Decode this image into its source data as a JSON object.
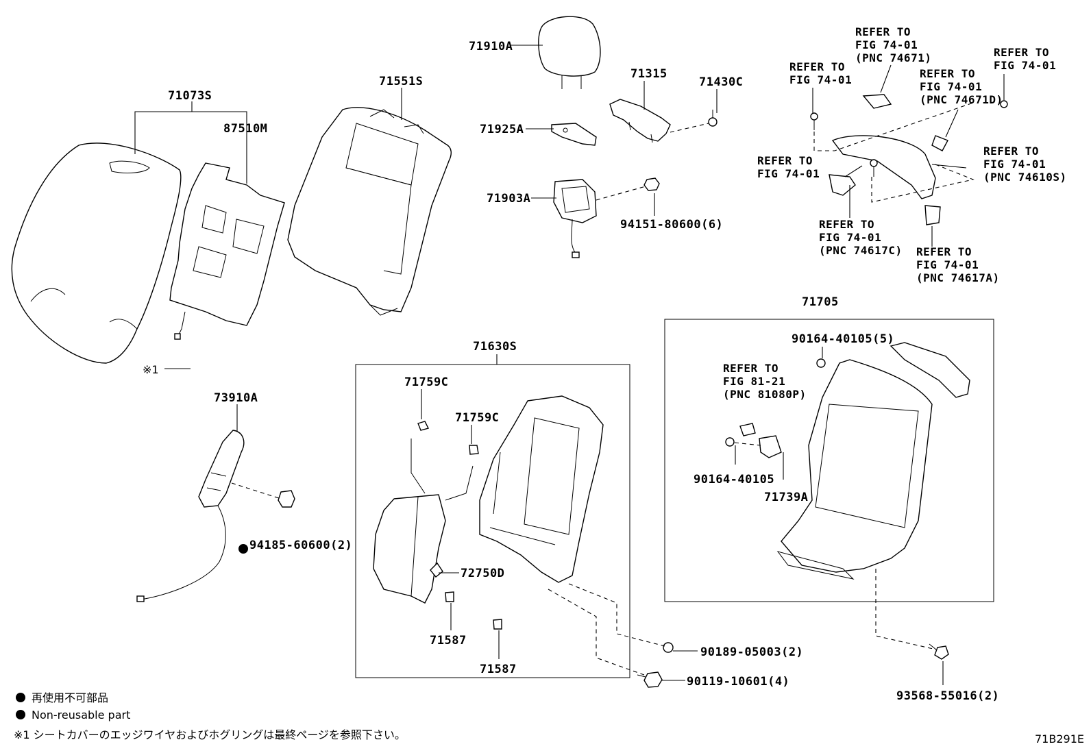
{
  "labels": {
    "l71910A": "71910A",
    "l71073S": "71073S",
    "l87510M": "87510M",
    "l71551S": "71551S",
    "l71315": "71315",
    "l71430C": "71430C",
    "l71925A": "71925A",
    "l71903A": "71903A",
    "l94151": "94151-80600(6)",
    "l73910A": "73910A",
    "l94185": "94185-60600(2)",
    "l71630S": "71630S",
    "l71759C_a": "71759C",
    "l71759C_b": "71759C",
    "l72750D": "72750D",
    "l71587_a": "71587",
    "l71587_b": "71587",
    "l90189": "90189-05003(2)",
    "l90119": "90119-10601(4)",
    "l71705": "71705",
    "l90164_5": "90164-40105(5)",
    "l90164": "90164-40105",
    "l71739A": "71739A",
    "l93568": "93568-55016(2)",
    "star1": "※1"
  },
  "refs": {
    "r1": [
      "REFER TO",
      "FIG 74-01",
      "(PNC 74671)"
    ],
    "r2": [
      "REFER TO",
      "FIG 74-01"
    ],
    "r3": [
      "REFER TO",
      "FIG 74-01"
    ],
    "r4": [
      "REFER TO",
      "FIG 74-01",
      "(PNC 74671D)"
    ],
    "r5": [
      "REFER TO",
      "FIG 74-01"
    ],
    "r6": [
      "REFER TO",
      "FIG 74-01",
      "(PNC 74610S)"
    ],
    "r7": [
      "REFER TO",
      "FIG 74-01",
      "(PNC 74617C)"
    ],
    "r8": [
      "REFER TO",
      "FIG 74-01",
      "(PNC 74617A)"
    ],
    "r9": [
      "REFER TO",
      "FIG 81-21",
      "(PNC 81080P)"
    ]
  },
  "legend": {
    "jp": "再使用不可部品",
    "en": "Non-reusable part",
    "footnote": "※1 シートカバーのエッジワイヤおよびホグリングは最終ページを参照下さい。"
  },
  "figure_code": "71B291E"
}
